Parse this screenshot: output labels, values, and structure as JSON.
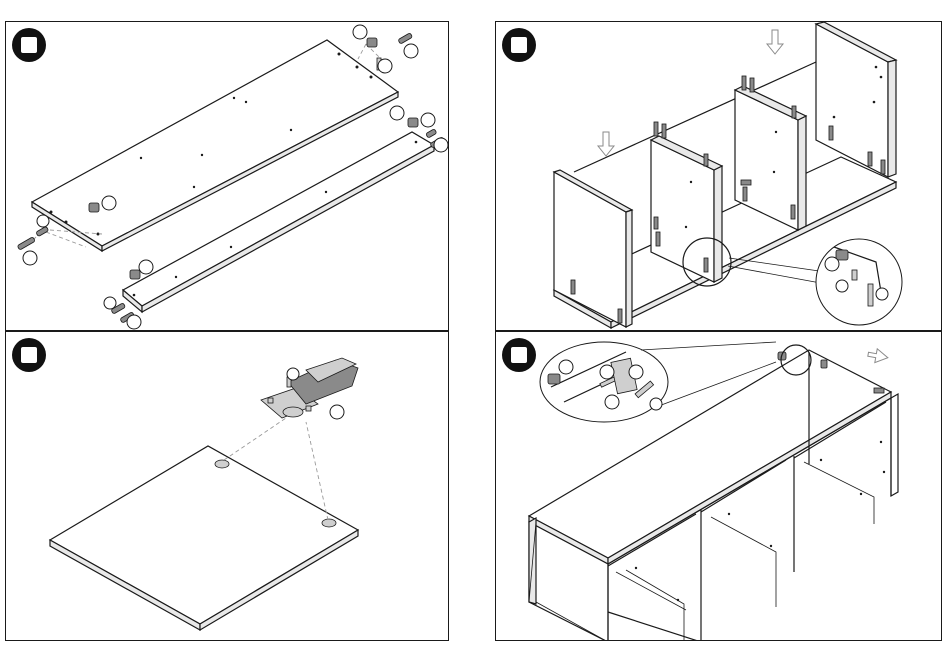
{
  "steps": [
    {
      "id": "step-1",
      "badge_label": ""
    },
    {
      "id": "step-2",
      "badge_label": ""
    },
    {
      "id": "step-3",
      "badge_label": ""
    },
    {
      "id": "step-4",
      "badge_label": ""
    }
  ],
  "colors": {
    "line": "#1a1a1a",
    "fill": "#ffffff",
    "part": "#8a8a8a",
    "dash": "#9a9a9a"
  },
  "icons": [
    "cam-lock-icon",
    "dowel-icon",
    "screw-icon",
    "hinge-icon",
    "insert-arrow-icon"
  ]
}
